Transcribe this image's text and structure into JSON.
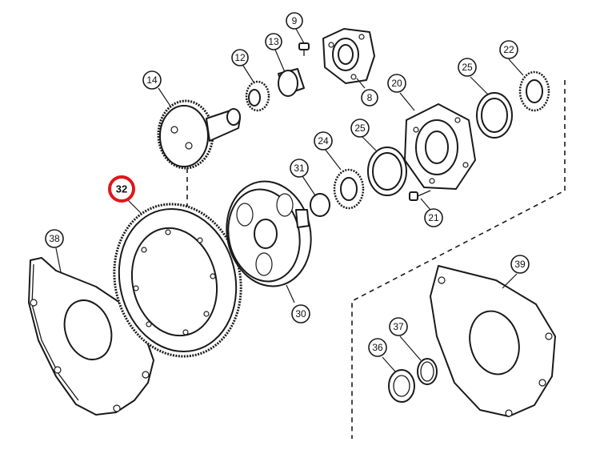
{
  "highlight_color": "#e0161c",
  "callouts": [
    {
      "id": "c9",
      "label": "9"
    },
    {
      "id": "c13",
      "label": "13"
    },
    {
      "id": "c12",
      "label": "12"
    },
    {
      "id": "c8",
      "label": "8"
    },
    {
      "id": "c14",
      "label": "14"
    },
    {
      "id": "c20",
      "label": "20"
    },
    {
      "id": "c25a",
      "label": "25"
    },
    {
      "id": "c22",
      "label": "22"
    },
    {
      "id": "c25b",
      "label": "25"
    },
    {
      "id": "c24",
      "label": "24"
    },
    {
      "id": "c31",
      "label": "31"
    },
    {
      "id": "c32",
      "label": "32"
    },
    {
      "id": "c21",
      "label": "21"
    },
    {
      "id": "c38",
      "label": "38"
    },
    {
      "id": "c30",
      "label": "30"
    },
    {
      "id": "c39",
      "label": "39"
    },
    {
      "id": "c37",
      "label": "37"
    },
    {
      "id": "c36",
      "label": "36"
    }
  ]
}
